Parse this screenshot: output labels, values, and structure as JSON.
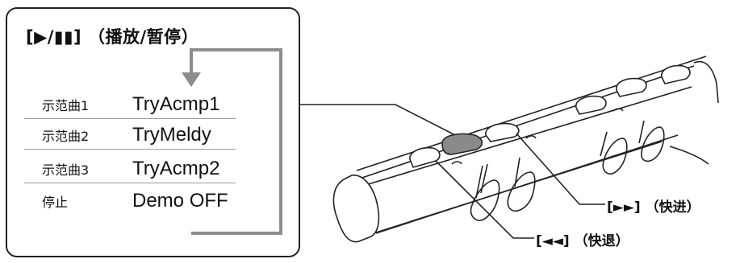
{
  "panel": {
    "title": "[▶/▮▮] （播放/暂停）",
    "items": [
      {
        "cn": "示范曲1",
        "en": "TryAcmp1"
      },
      {
        "cn": "示范曲2",
        "en": "TryMeldy"
      },
      {
        "cn": "示范曲3",
        "en": "TryAcmp2"
      },
      {
        "cn": "停止",
        "en": "Demo OFF"
      }
    ]
  },
  "callouts": {
    "forward": "[►►] （快进）",
    "rewind": "[◄◄] （快退）"
  },
  "colors": {
    "line": "#222222",
    "arrow": "#8c8c8c",
    "highlight_button": "#8a8a8a"
  }
}
